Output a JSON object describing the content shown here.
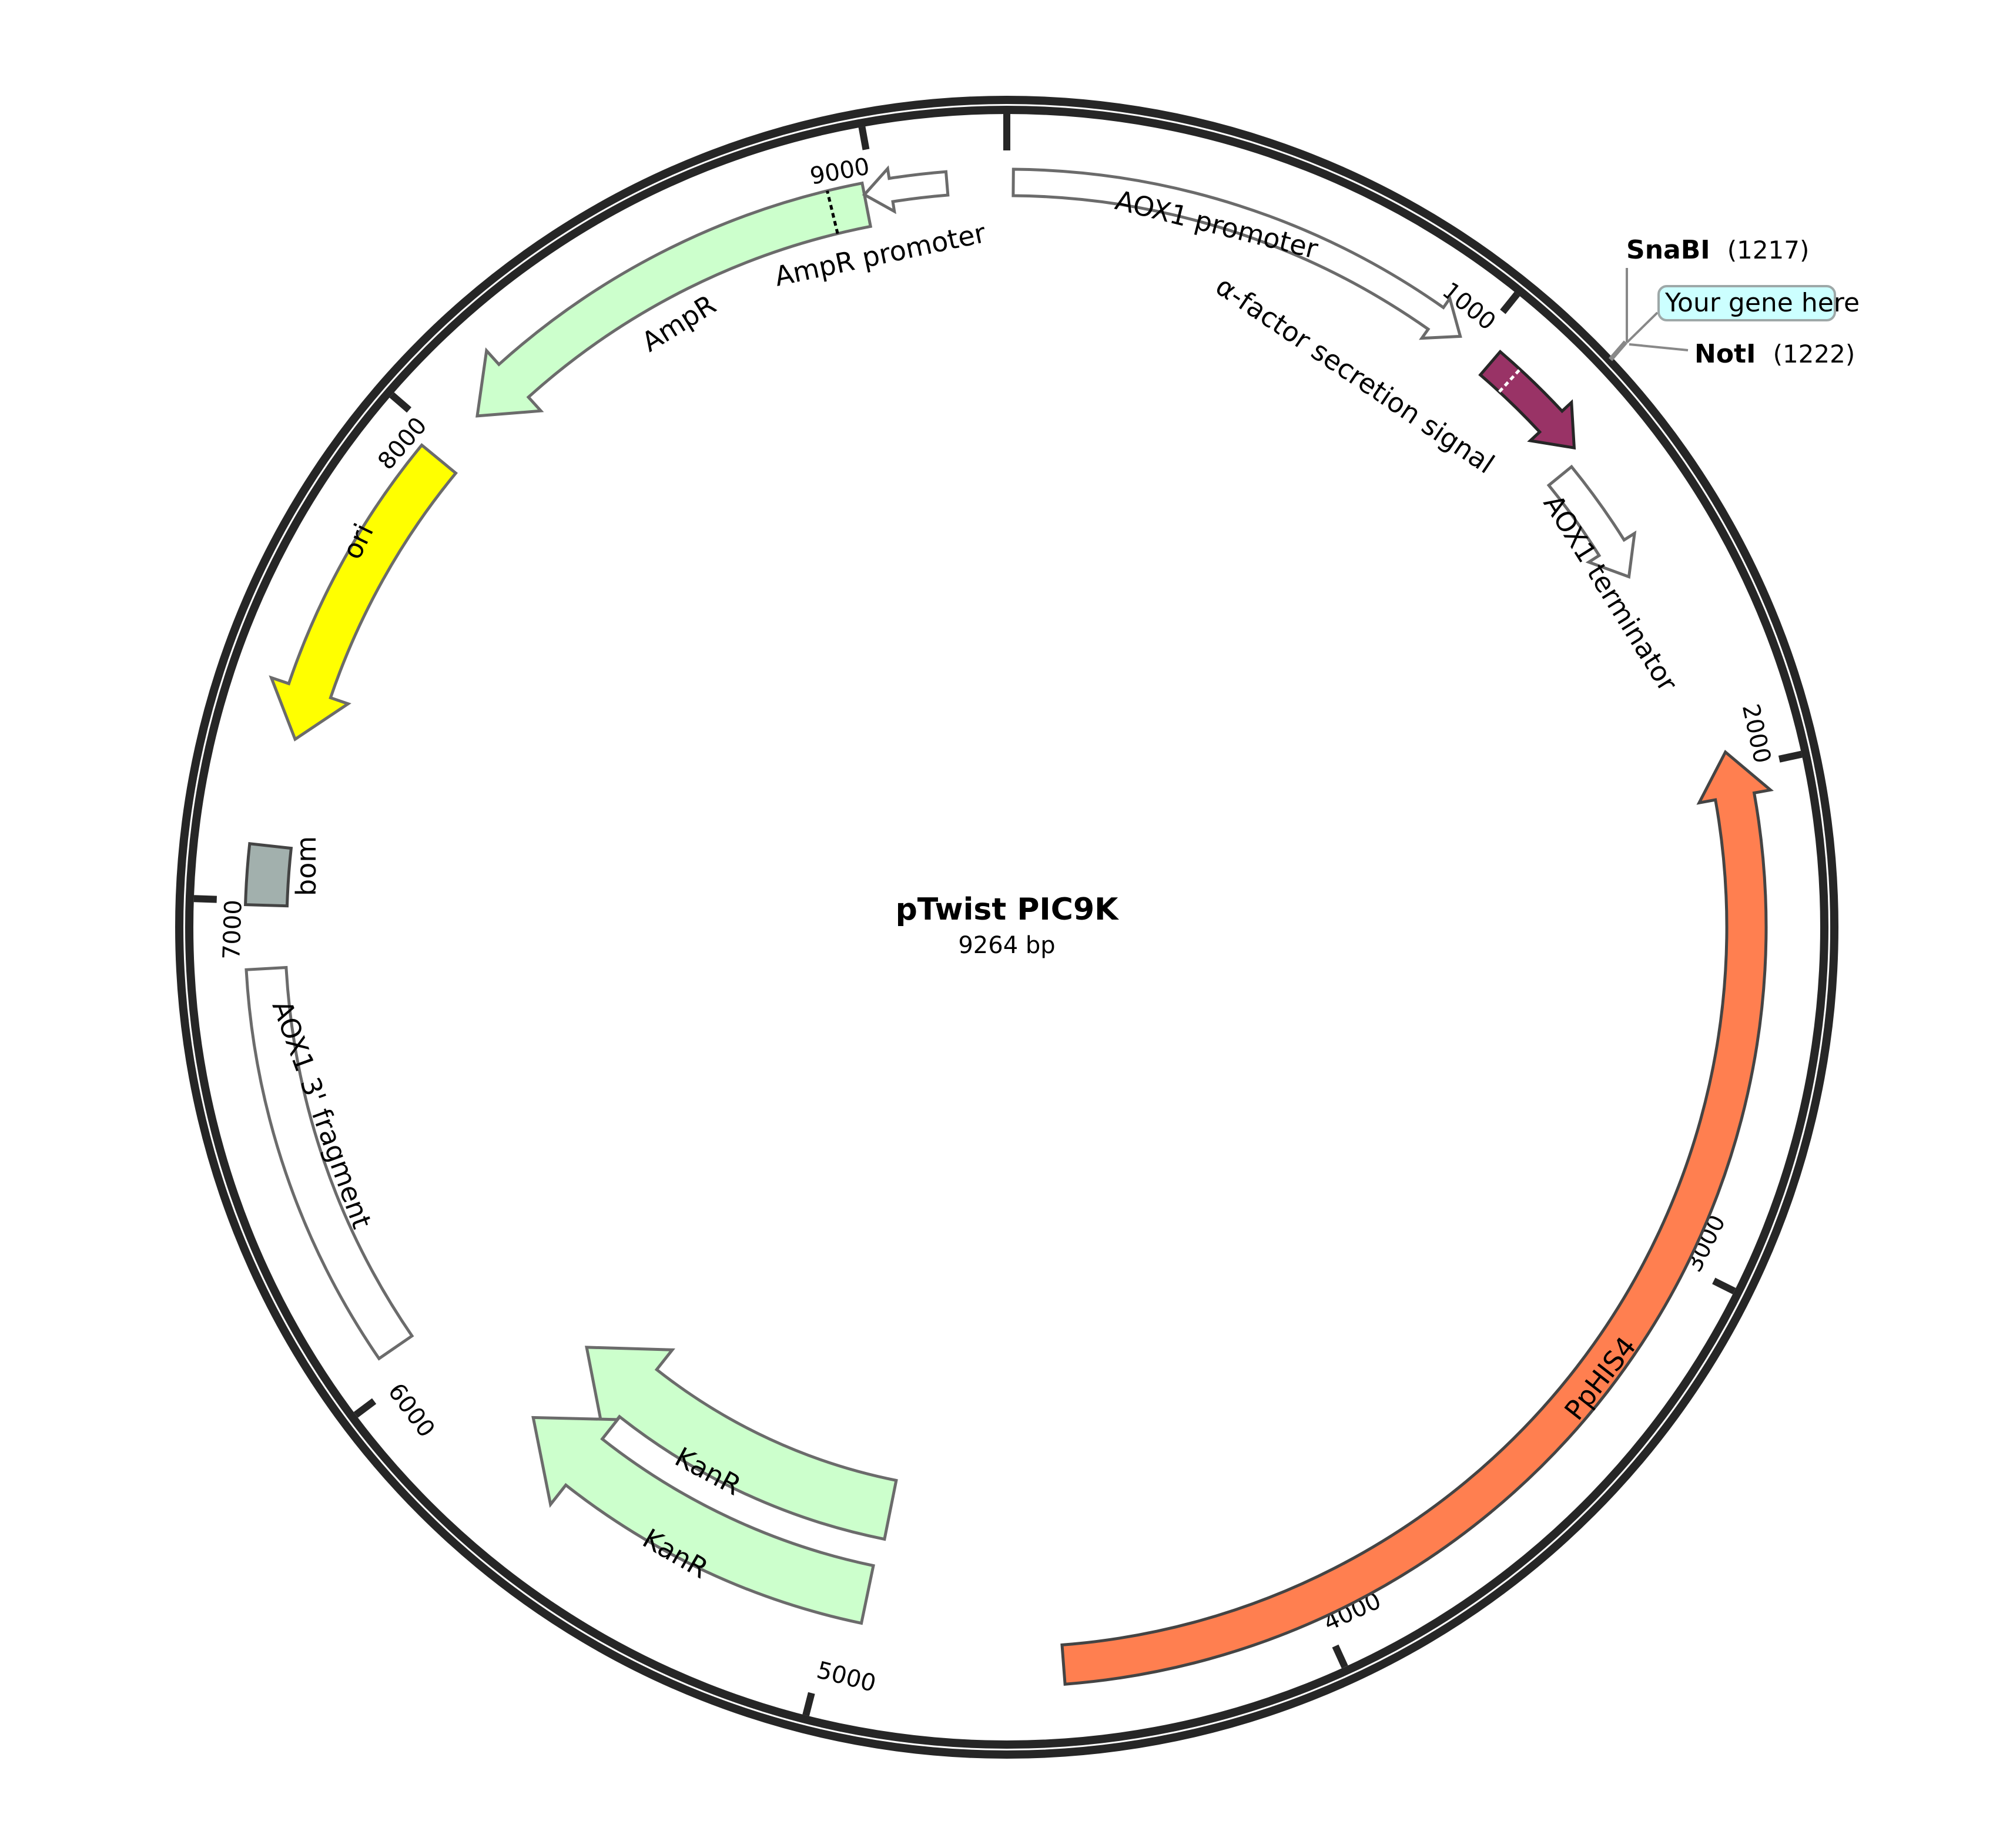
{
  "plasmid": {
    "name": "pTwist PIC9K",
    "length_label": "9264 bp",
    "length_bp": 9264
  },
  "colors": {
    "backbone": "#262626",
    "feature_stroke": "#6b6b6b",
    "ampr_kanr_fill": "#ccffcc",
    "ori_fill": "#ffff00",
    "bom_fill": "#a2b0ad",
    "alpha_factor_fill": "#993366",
    "pphis4_fill": "#ff7f50",
    "plain_fill": "#ffffff",
    "gene_here_fill": "#ccffff",
    "gene_here_stroke": "#9ea8a8"
  },
  "ticks": [
    {
      "position": 0,
      "label": ""
    },
    {
      "position": 1000,
      "label": "1000"
    },
    {
      "position": 2000,
      "label": "2000"
    },
    {
      "position": 3000,
      "label": "3000"
    },
    {
      "position": 4000,
      "label": "4000"
    },
    {
      "position": 5000,
      "label": "5000"
    },
    {
      "position": 6000,
      "label": "6000"
    },
    {
      "position": 7000,
      "label": "7000"
    },
    {
      "position": 8000,
      "label": "8000"
    },
    {
      "position": 9000,
      "label": "9000"
    }
  ],
  "features": [
    {
      "id": "aox1-promoter",
      "label": "AOX1 promoter",
      "type": "arrow",
      "dir": 1,
      "a0": 0.5,
      "a1": 37.5,
      "r0": 1245,
      "r1": 1290,
      "fill": "#ffffff",
      "stroke": "#6b6b6b"
    },
    {
      "id": "alpha-factor",
      "label": "α-factor secretion signal",
      "type": "arrow",
      "dir": 1,
      "a0": 40.6,
      "a1": 49.8,
      "r0": 1238,
      "r1": 1290,
      "fill": "#993366",
      "stroke": "#262626",
      "divider": 42.6
    },
    {
      "id": "aox1-terminator",
      "label": "AOX1 terminator",
      "type": "arrow",
      "dir": 1,
      "a0": 50.8,
      "a1": 60.6,
      "r0": 1190,
      "r1": 1240,
      "fill": "#ffffff",
      "stroke": "#6b6b6b"
    },
    {
      "id": "pphis4",
      "label": "PpHIS4",
      "type": "arrow",
      "dir": -1,
      "a0": 76.3,
      "a1": 175.6,
      "r0": 1225,
      "r1": 1292,
      "fill": "#ff7f50",
      "stroke": "#444444"
    },
    {
      "id": "kanr-1",
      "label": "KanR",
      "type": "arrow",
      "dir": 1,
      "a0": 191.3,
      "a1": 225.0,
      "r0": 960,
      "r1": 1062,
      "fill": "#ccffcc",
      "stroke": "#6b6b6b",
      "rev": true
    },
    {
      "id": "kanr-2",
      "label": "KanR",
      "type": "arrow",
      "dir": 1,
      "a0": 191.8,
      "a1": 224.0,
      "r0": 1110,
      "r1": 1210,
      "fill": "#ccffcc",
      "stroke": "#6b6b6b",
      "rev": true
    },
    {
      "id": "aox1-3-fragment",
      "label": "AOX1 3' fragment",
      "type": "box",
      "a0": 235.5,
      "a1": 266.8,
      "r0": 1228,
      "r1": 1296,
      "fill": "#ffffff",
      "stroke": "#6b6b6b"
    },
    {
      "id": "bom",
      "label": "bom",
      "type": "box",
      "a0": 271.7,
      "a1": 276.3,
      "r0": 1225,
      "r1": 1296,
      "fill": "#a2b0ad",
      "stroke": "#444444"
    },
    {
      "id": "ori",
      "label": "ori",
      "type": "arrow",
      "dir": -1,
      "a0": 284.8,
      "a1": 309.5,
      "r0": 1215,
      "r1": 1290,
      "fill": "#ffff00",
      "stroke": "#6b6b6b"
    },
    {
      "id": "ampr",
      "label": "AmpR",
      "type": "arrow",
      "dir": -1,
      "a0": 314.0,
      "a1": 349.0,
      "r0": 1215,
      "r1": 1290,
      "fill": "#ccffcc",
      "stroke": "#6b6b6b",
      "divider": 346.3
    },
    {
      "id": "ampr-promoter",
      "label": "AmpR promoter",
      "type": "arrow",
      "dir": -1,
      "a0": 349.0,
      "a1": 355.4,
      "r0": 1250,
      "r1": 1290,
      "fill": "#ffffff",
      "stroke": "#6b6b6b"
    }
  ],
  "labels": {
    "aox1_promoter": "AOX1 promoter",
    "alpha_factor": "α-factor secretion signal",
    "aox1_terminator": "AOX1 terminator",
    "pphis4": "PpHIS4",
    "kanr_1": "KanR",
    "kanr_2": "KanR",
    "aox1_3_fragment": "AOX1 3' fragment",
    "bom": "bom",
    "ori": "ori",
    "ampr": "AmpR",
    "ampr_promoter": "AmpR promoter"
  },
  "sites": [
    {
      "name": "SnaBI",
      "position": "(1217)"
    },
    {
      "name": "NotI",
      "position": "(1222)"
    }
  ],
  "insert": {
    "label": "Your gene here"
  }
}
